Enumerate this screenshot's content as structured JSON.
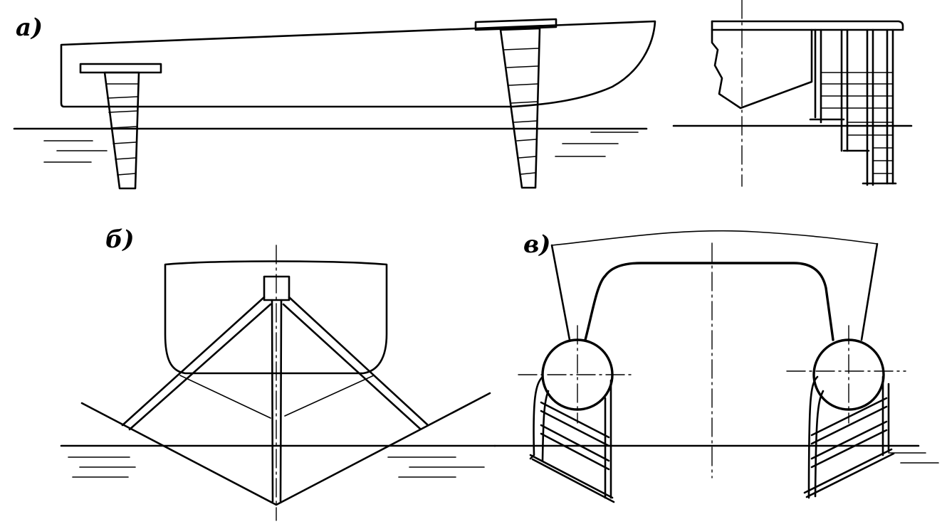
{
  "labels": {
    "a": "a)",
    "b": "б)",
    "v": "в)"
  },
  "colors": {
    "ink": "#000000",
    "paper": "#ffffff"
  }
}
